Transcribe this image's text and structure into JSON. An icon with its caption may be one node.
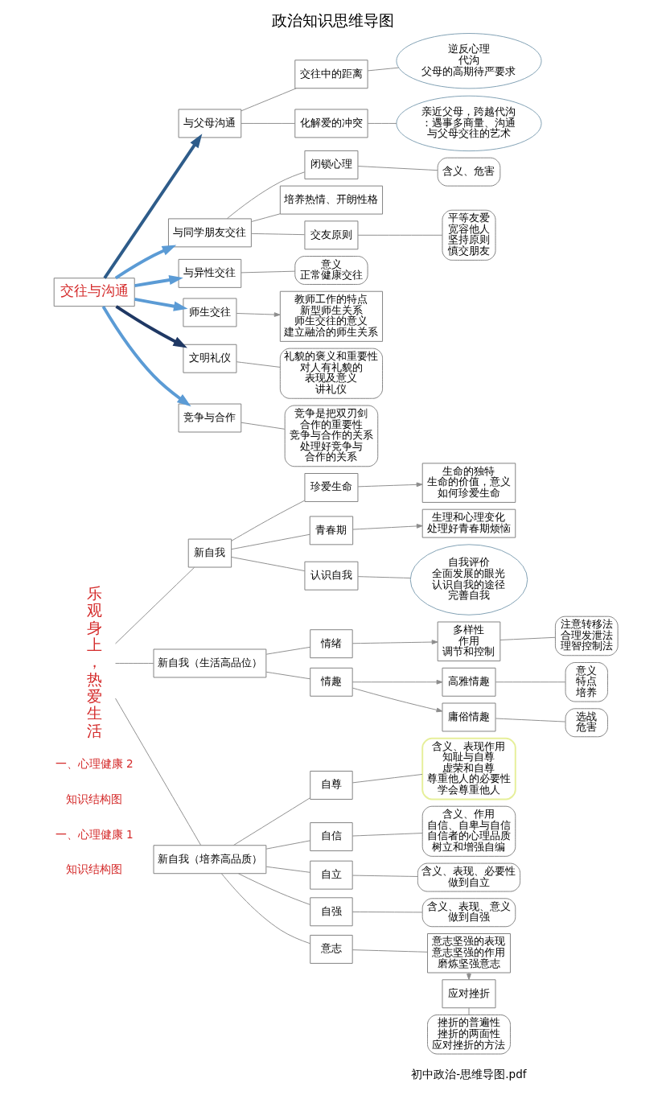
{
  "diagram": {
    "title": "政治知识思维导图",
    "nodes": [
      {
        "text": [
          "乐观身上，热爱生活"
        ]
      },
      {
        "text": [
          "新自我"
        ]
      },
      {
        "text": [
          "自我评价",
          "全面发展的眼光",
          "认识自我的途径",
          "完善自我"
        ]
      },
      {
        "text": [
          "新自我（生活高品位）"
        ]
      },
      {
        "text": [
          "含义、表现作用",
          "知耻与自尊",
          "虚荣和自尊",
          "尊重他人的必要性",
          "学会尊重他人"
        ]
      },
      {
        "text": [
          "新自我（培养高品质）"
        ]
      },
      {
        "text": [
          "含义、表现、意义",
          "做到自强"
        ]
      },
      {
        "text": [
          "珍爱生命"
        ]
      },
      {
        "text": [
          "青春期"
        ]
      },
      {
        "text": [
          "认识自我"
        ]
      },
      {
        "text": [
          "情绪"
        ]
      },
      {
        "text": [
          "情趣"
        ]
      },
      {
        "text": [
          "自尊"
        ]
      },
      {
        "text": [
          "自信"
        ]
      },
      {
        "text": [
          "自立"
        ]
      },
      {
        "text": [
          "自强"
        ]
      },
      {
        "text": [
          "意志"
        ]
      },
      {
        "text": [
          "生命的独特",
          "生命的价值，意义",
          "如何珍爱生命"
        ]
      },
      {
        "text": [
          "生理和心理变化",
          "处理好青春期烦恼"
        ]
      },
      {
        "text": [
          "多样性",
          "作用",
          "调节和控制"
        ]
      },
      {
        "text": [
          "注意转移法",
          "合理发泄法",
          "理智控制法"
        ]
      },
      {
        "text": [
          "意义",
          "特点",
          "培养"
        ]
      },
      {
        "text": [
          "高雅情趣"
        ]
      },
      {
        "text": [
          "庸俗情趣"
        ]
      },
      {
        "text": [
          "选战",
          "危害"
        ]
      },
      {
        "text": [
          "含义、作用",
          "自信、自卑与自信",
          "自信者的心理品质",
          "树立和增强自编"
        ]
      },
      {
        "text": [
          "含义、表现、必要性",
          "做到自立"
        ]
      },
      {
        "text": [
          "意志坚强的表现",
          "意志坚强的作用",
          "磨炼坚强意志"
        ]
      },
      {
        "text": [
          "应对挫折"
        ]
      },
      {
        "text": [
          "挫折的普遍性",
          "挫折的两面性",
          "应对挫折的方法"
        ]
      },
      {
        "text": [
          "亲近父母，跨越代沟：遇事多商量、沟通",
          "与父母交往的艺术"
        ]
      },
      {
        "text": [
          "逆反心理",
          "代沟",
          "父母的高期待严要求"
        ]
      },
      {
        "text": [
          "交往中的距离"
        ]
      },
      {
        "text": [
          "化解爱的冲突"
        ]
      },
      {
        "text": [
          "与父母沟通"
        ]
      },
      {
        "text": [
          "含义、危害"
        ]
      },
      {
        "text": [
          "闭锁心理"
        ]
      },
      {
        "text": [
          "培养热情、开朗性格"
        ]
      },
      {
        "text": [
          "与同学朋友交往"
        ]
      },
      {
        "text": [
          "交友原则"
        ]
      },
      {
        "text": [
          "平等友爱",
          "宽容他人",
          "坚持原则",
          "慎交朋友"
        ]
      },
      {
        "text": [
          "意义",
          "正常健康交往"
        ]
      },
      {
        "text": [
          "与异性交往"
        ]
      },
      {
        "text": [
          "交往与沟通"
        ]
      },
      {
        "text": [
          "师生交往"
        ]
      },
      {
        "text": [
          "教师工作的特点",
          "新型师生关系",
          "师生交往的意义",
          "建立融洽的师生关系"
        ]
      },
      {
        "text": [
          "文明礼仪"
        ]
      },
      {
        "text": [
          "竞争与合作"
        ]
      },
      {
        "text": [
          "礼貌的褒义和重要性",
          "对人有礼貌的表现及意义",
          "讲礼仪"
        ]
      },
      {
        "text": [
          "竞争是把双刃剑",
          "合作的重要性",
          "竞争与合作的关系",
          "处理好竞争与合作的关系"
        ]
      }
    ],
    "edges": [
      {
        "from": 0,
        "to": 1,
        "arrow": "none"
      },
      {
        "from": 0,
        "to": 3,
        "arrow": "none"
      },
      {
        "from": 0,
        "to": 5,
        "arrow": "none"
      },
      {
        "from": 1,
        "to": 7,
        "arrow": "none"
      },
      {
        "from": 1,
        "to": 8,
        "arrow": "none"
      },
      {
        "from": 1,
        "to": 9,
        "arrow": "none"
      },
      {
        "from": 7,
        "to": 17,
        "arrow": "to"
      },
      {
        "from": 8,
        "to": 18,
        "arrow": "to"
      },
      {
        "from": 9,
        "to": 2,
        "arrow": "none"
      },
      {
        "from": 3,
        "to": 10,
        "arrow": "none"
      },
      {
        "from": 3,
        "to": 11,
        "arrow": "none"
      },
      {
        "from": 10,
        "to": 19,
        "arrow": "to"
      },
      {
        "from": 19,
        "to": 20,
        "arrow": "none"
      },
      {
        "from": 11,
        "to": 22,
        "arrow": "to"
      },
      {
        "from": 11,
        "to": 23,
        "arrow": "to"
      },
      {
        "from": 22,
        "to": 21,
        "arrow": "none"
      },
      {
        "from": 23,
        "to": 24,
        "arrow": "none"
      },
      {
        "from": 5,
        "to": 12,
        "arrow": "none"
      },
      {
        "from": 5,
        "to": 13,
        "arrow": "none"
      },
      {
        "from": 5,
        "to": 14,
        "arrow": "none"
      },
      {
        "from": 5,
        "to": 15,
        "arrow": "none"
      },
      {
        "from": 5,
        "to": 16,
        "arrow": "none"
      },
      {
        "from": 12,
        "to": 4,
        "arrow": "none"
      },
      {
        "from": 13,
        "to": 25,
        "arrow": "none"
      },
      {
        "from": 14,
        "to": 26,
        "arrow": "none"
      },
      {
        "from": 15,
        "to": 6,
        "arrow": "none"
      },
      {
        "from": 16,
        "to": 27,
        "arrow": "none"
      },
      {
        "from": 27,
        "to": 28,
        "arrow": "to"
      },
      {
        "from": 28,
        "to": 29,
        "arrow": "none"
      },
      {
        "from": 43,
        "to": 34,
        "arrow": "to",
        "style": "thick",
        "color": "#2e5c8a"
      },
      {
        "from": 43,
        "to": 38,
        "arrow": "to",
        "style": "thick",
        "color": "#5b9bd5"
      },
      {
        "from": 43,
        "to": 42,
        "arrow": "to",
        "style": "thick",
        "color": "#5b9bd5"
      },
      {
        "from": 43,
        "to": 44,
        "arrow": "to",
        "style": "thick",
        "color": "#5b9bd5"
      },
      {
        "from": 43,
        "to": 46,
        "arrow": "to",
        "style": "thick",
        "color": "#1f3864"
      },
      {
        "from": 43,
        "to": 47,
        "arrow": "to",
        "style": "thick",
        "color": "#5b9bd5"
      },
      {
        "from": 34,
        "to": 32,
        "arrow": "none"
      },
      {
        "from": 34,
        "to": 33,
        "arrow": "none"
      },
      {
        "from": 32,
        "to": 31,
        "arrow": "none"
      },
      {
        "from": 33,
        "to": 30,
        "arrow": "none"
      },
      {
        "from": 38,
        "to": 36,
        "arrow": "none"
      },
      {
        "from": 38,
        "to": 37,
        "arrow": "none"
      },
      {
        "from": 38,
        "to": 39,
        "arrow": "none"
      },
      {
        "from": 36,
        "to": 35,
        "arrow": "none"
      },
      {
        "from": 39,
        "to": 40,
        "arrow": "none"
      },
      {
        "from": 42,
        "to": 41,
        "arrow": "none"
      },
      {
        "from": 44,
        "to": 45,
        "arrow": "to"
      },
      {
        "from": 46,
        "to": 48,
        "arrow": "none"
      },
      {
        "from": 47,
        "to": 49,
        "arrow": "none"
      }
    ],
    "labels": [
      "初中政治-思维导图.pdf",
      "知识结构图",
      "一、心理健康 1",
      "知识结构图",
      "一、心理健康 2"
    ]
  }
}
